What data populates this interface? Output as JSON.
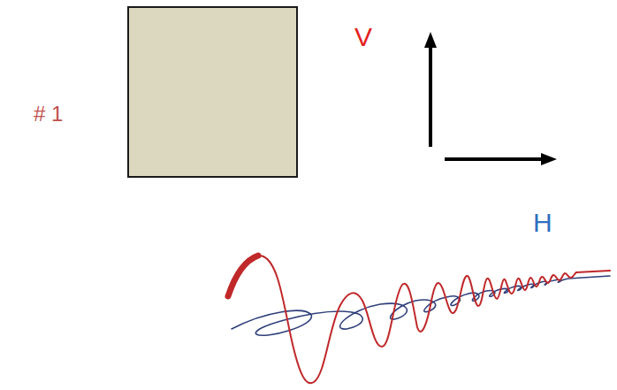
{
  "diagram": {
    "labels": [
      "# 1",
      "V",
      "H"
    ]
  }
}
